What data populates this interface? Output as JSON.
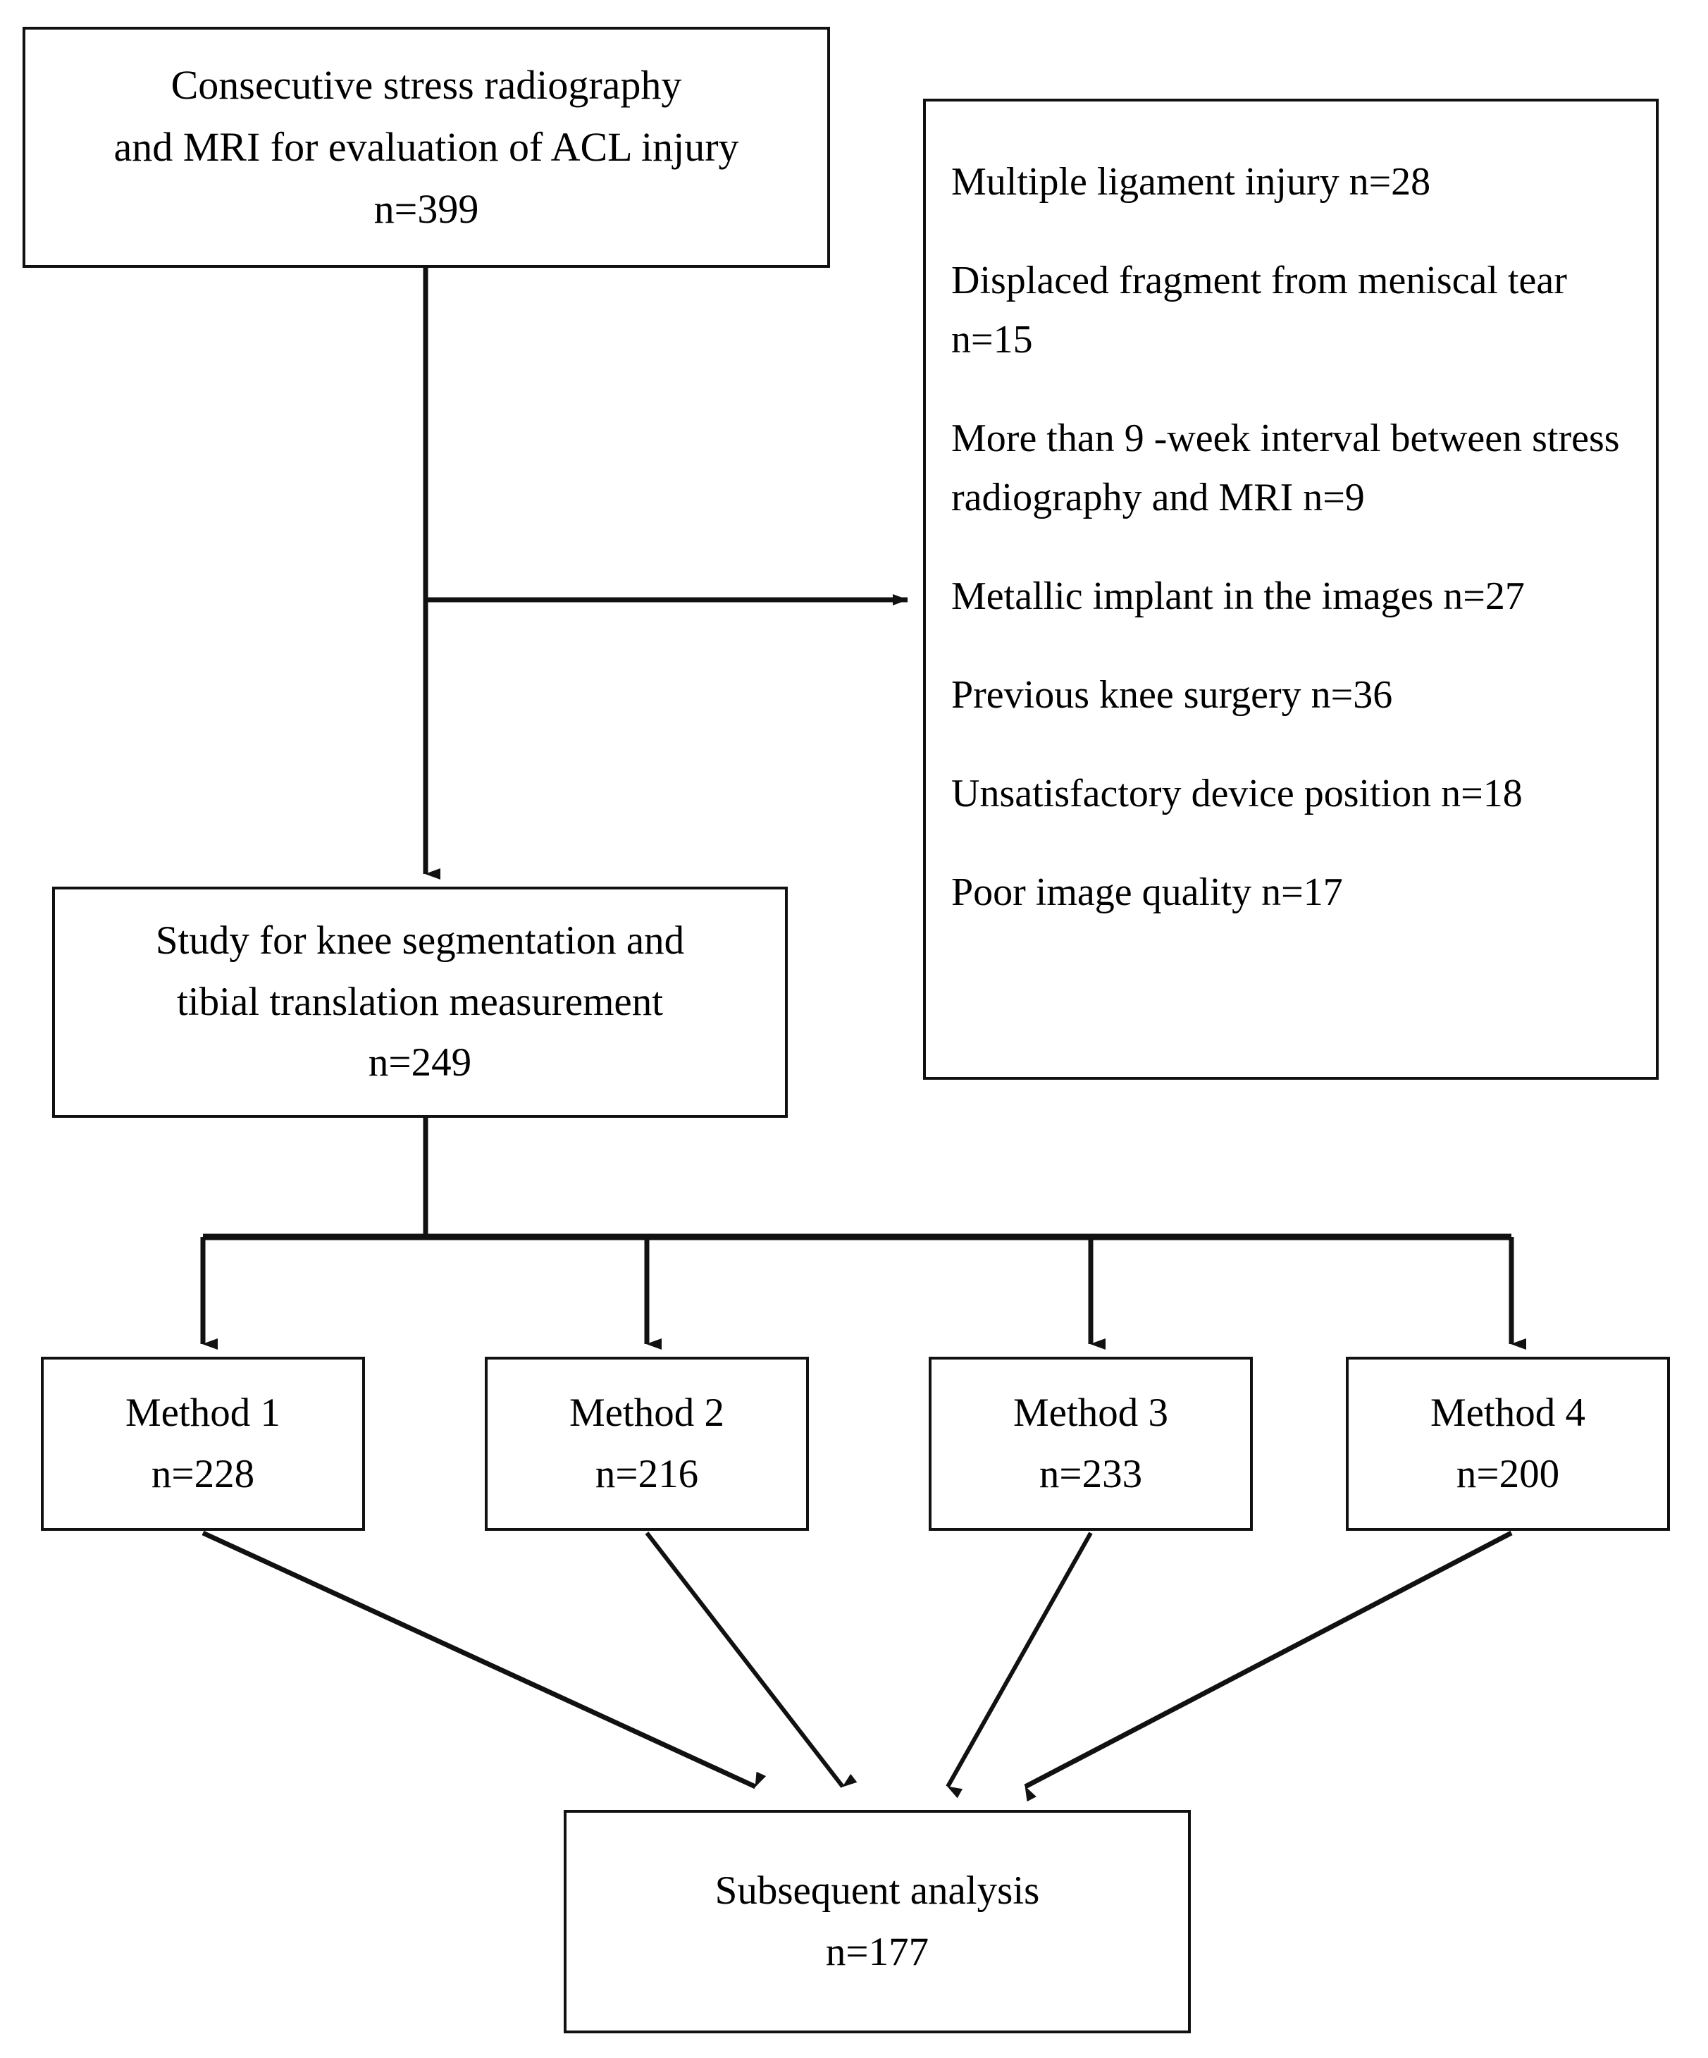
{
  "diagram": {
    "type": "study-flow-diagram",
    "title": "Participant flow diagram for knee segmentation and tibial translation study",
    "line_color": "#111111",
    "background_color": "#ffffff"
  },
  "nodes": {
    "enrollment": {
      "lines": [
        "Consecutive stress radiography",
        "and MRI for evaluation of ACL injury",
        "n=399"
      ],
      "n_value": 399
    },
    "exclusions": {
      "items": [
        "Multiple ligament injury n=28",
        "Displaced fragment from meniscal tear n=15",
        "More than 9 -week interval between stress radiography and MRI n=9",
        "Metallic implant in the images n=27",
        "Previous knee surgery n=36",
        "Unsatisfactory device position n=18",
        "Poor image quality n=17"
      ],
      "counts": [
        28,
        15,
        9,
        27,
        36,
        18,
        17
      ]
    },
    "study": {
      "lines": [
        "Study for knee segmentation and",
        "tibial translation measurement",
        "n=249"
      ],
      "n_value": 249
    },
    "method_1": {
      "lines": [
        "Method 1",
        "n=228"
      ],
      "n_value": 228
    },
    "method_2": {
      "lines": [
        "Method 2",
        "n=216"
      ],
      "n_value": 216
    },
    "method_3": {
      "lines": [
        "Method 3",
        "n=233"
      ],
      "n_value": 233
    },
    "method_4": {
      "lines": [
        "Method 4",
        "n=200"
      ],
      "n_value": 200
    },
    "subsequent": {
      "lines": [
        "Subsequent analysis",
        "n=177"
      ],
      "n_value": 177
    }
  },
  "edges": [
    {
      "from": "enrollment",
      "to": "exclusions",
      "style": "elbow-right-arrow"
    },
    {
      "from": "enrollment",
      "to": "study",
      "style": "vertical-arrow"
    },
    {
      "from": "study",
      "to": "method_1",
      "style": "split-bus-arrow"
    },
    {
      "from": "study",
      "to": "method_2",
      "style": "split-bus-arrow"
    },
    {
      "from": "study",
      "to": "method_3",
      "style": "split-bus-arrow"
    },
    {
      "from": "study",
      "to": "method_4",
      "style": "split-bus-arrow"
    },
    {
      "from": "method_1",
      "to": "subsequent",
      "style": "diagonal-arrow"
    },
    {
      "from": "method_2",
      "to": "subsequent",
      "style": "diagonal-arrow"
    },
    {
      "from": "method_3",
      "to": "subsequent",
      "style": "diagonal-arrow"
    },
    {
      "from": "method_4",
      "to": "subsequent",
      "style": "diagonal-arrow"
    }
  ]
}
